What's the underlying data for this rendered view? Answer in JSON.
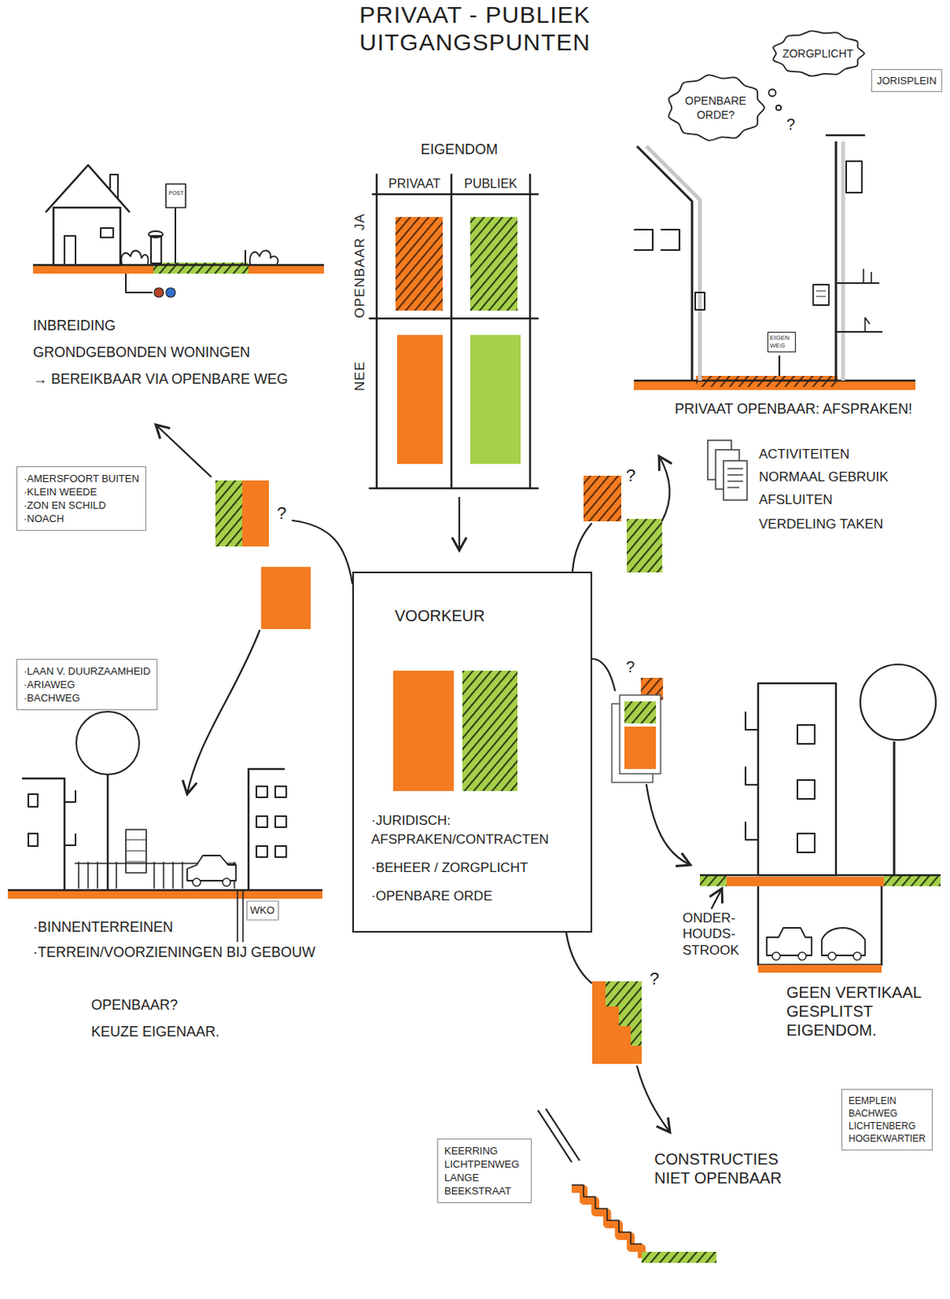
{
  "diagram": {
    "title": "PRIVAAT - PUBLIEK UITGANGSPUNTEN",
    "nodes": [
      {
        "text": [
          "OPENBARE ORDE?"
        ]
      },
      {
        "text": [
          "ZORGPLICHT"
        ]
      },
      {
        "text": [
          "JORISPLEIN"
        ]
      },
      {
        "text": [
          "EIGEN WEG"
        ]
      },
      {
        "text": [
          "·AMERSFOORT BUITEN",
          "·KLEIN WEEDE",
          "·ZON EN SCHILD",
          "·NOACH"
        ]
      },
      {
        "text": [
          "VOORKEUR",
          "·JURIDISCH: AFSPRAKEN/CONTRACTEN",
          "·BEHEER / ZORGPLICHT",
          "·OPENBARE ORDE"
        ]
      },
      {
        "text": [
          "·LAAN V. DUURZAAMHEID",
          "·ARIAWEG",
          "·BACHWEG"
        ]
      },
      {
        "text": [
          "EEMPLEIN",
          "BACHWEG",
          "LICHTENBERG",
          "HOGEKWARTIER"
        ]
      },
      {
        "text": [
          "KEERRING",
          "LICHTPENWEG",
          "LANGE BEEKSTRAAT"
        ]
      }
    ],
    "labels": [
      "?",
      "EIGENDOM",
      "PRIVAAT",
      "PUBLIEK",
      "POST",
      "JA",
      "OPENBAAR",
      "NEE",
      "INBREIDING",
      "GRONDGEBONDEN WONINGEN",
      "→ BEREIKBAAR VIA OPENBARE WEG",
      "PRIVAAT OPENBAAR: AFSPRAKEN!",
      "ACTIVITEITEN",
      "NORMAAL GEBRUIK",
      "AFSLUITEN",
      "VERDELING TAKEN",
      "?",
      "?",
      "?",
      "WKO",
      "ONDER-HOUDS-STROOK",
      "·BINNENTERREINEN",
      "·TERREIN/VOORZIENINGEN BIJ GEBOUW",
      "GEEN VERTIKAAL GESPLITST EIGENDOM.",
      "?",
      "OPENBAAR?",
      "KEUZE EIGENAAR.",
      "CONSTRUCTIES NIET OPENBAAR"
    ]
  }
}
